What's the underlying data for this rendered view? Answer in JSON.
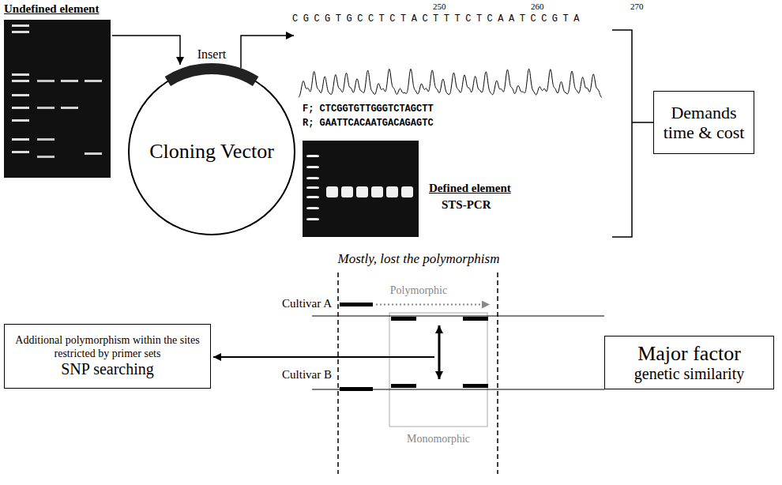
{
  "diagram": {
    "nodes": [
      {
        "text": [
          "Undefined element"
        ]
      },
      {
        "text": [
          "Cloning Vector"
        ]
      },
      {
        "text": [
          "Insert"
        ],
        "in": 1
      },
      {
        "text": [
          "Defined element",
          "STS-PCR"
        ]
      },
      {
        "text": [
          "Demands",
          "time & cost"
        ]
      },
      {
        "text": [
          "Additional polymorphism within the sites restricted by primer sets",
          "SNP searching"
        ]
      },
      {
        "text": [
          "Major factor",
          "genetic similarity"
        ]
      }
    ],
    "edges": [
      {
        "from": 0,
        "to": 2,
        "arrow": "to"
      }
    ],
    "labels": [
      "250",
      "260",
      "270",
      "CGCGTGCCTCTACTTTCTCAATCCGTA",
      "F; CTCGGTGTTGGGTCTAGCTT",
      "R; GAATTCACAATGACAGAGTC",
      "Mostly, lost the polymorphism",
      "Polymorphic",
      "Cultivar A",
      "Cultivar B",
      "Monomorphic"
    ]
  }
}
